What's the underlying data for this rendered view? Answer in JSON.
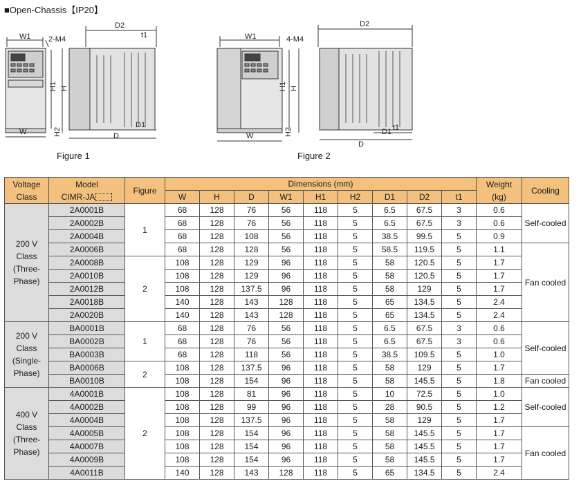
{
  "title": "■Open-Chassis【IP20】",
  "figures": {
    "fig1_caption": "Figure 1",
    "fig2_caption": "Figure 2",
    "labels": {
      "w1": "W1",
      "w": "W",
      "d2": "D2",
      "d1": "D1",
      "d": "D",
      "t1": "t1",
      "h": "H",
      "h1": "H1",
      "h2": "H2",
      "m4_2": "2-M4",
      "m4_4": "4-M4"
    }
  },
  "table": {
    "headers": {
      "voltage_class": [
        "Voltage",
        "Class"
      ],
      "model": [
        "Model",
        "CIMR-JA"
      ],
      "figure": "Figure",
      "dimensions": "Dimensions (mm)",
      "dims": [
        "W",
        "H",
        "D",
        "W1",
        "H1",
        "H2",
        "D1",
        "D2",
        "t1"
      ],
      "weight": [
        "Weight",
        "(kg)"
      ],
      "cooling": "Cooling"
    },
    "groups": [
      {
        "voltage": [
          "200 V",
          "Class",
          "(Three-",
          "Phase)"
        ],
        "figure_blocks": [
          {
            "figure": "1",
            "rows": 4
          },
          {
            "figure": "2",
            "rows": 5
          }
        ],
        "cooling_blocks": [
          {
            "label": "Self-cooled",
            "rows": 3
          },
          {
            "label": "Fan cooled",
            "rows": 6
          }
        ],
        "rows": [
          {
            "model": "2A0001B",
            "W": "68",
            "H": "128",
            "D": "76",
            "W1": "56",
            "H1": "118",
            "H2": "5",
            "D1": "6.5",
            "D2": "67.5",
            "t1": "3",
            "weight": "0.6"
          },
          {
            "model": "2A0002B",
            "W": "68",
            "H": "128",
            "D": "76",
            "W1": "56",
            "H1": "118",
            "H2": "5",
            "D1": "6.5",
            "D2": "67.5",
            "t1": "3",
            "weight": "0.6"
          },
          {
            "model": "2A0004B",
            "W": "68",
            "H": "128",
            "D": "108",
            "W1": "56",
            "H1": "118",
            "H2": "5",
            "D1": "38.5",
            "D2": "99.5",
            "t1": "5",
            "weight": "0.9"
          },
          {
            "model": "2A0006B",
            "W": "68",
            "H": "128",
            "D": "128",
            "W1": "56",
            "H1": "118",
            "H2": "5",
            "D1": "58.5",
            "D2": "119.5",
            "t1": "5",
            "weight": "1.1"
          },
          {
            "model": "2A0008B",
            "W": "108",
            "H": "128",
            "D": "129",
            "W1": "96",
            "H1": "118",
            "H2": "5",
            "D1": "58",
            "D2": "120.5",
            "t1": "5",
            "weight": "1.7"
          },
          {
            "model": "2A0010B",
            "W": "108",
            "H": "128",
            "D": "129",
            "W1": "96",
            "H1": "118",
            "H2": "5",
            "D1": "58",
            "D2": "120.5",
            "t1": "5",
            "weight": "1.7"
          },
          {
            "model": "2A0012B",
            "W": "108",
            "H": "128",
            "D": "137.5",
            "W1": "96",
            "H1": "118",
            "H2": "5",
            "D1": "58",
            "D2": "129",
            "t1": "5",
            "weight": "1.7"
          },
          {
            "model": "2A0018B",
            "W": "140",
            "H": "128",
            "D": "143",
            "W1": "128",
            "H1": "118",
            "H2": "5",
            "D1": "65",
            "D2": "134.5",
            "t1": "5",
            "weight": "2.4"
          },
          {
            "model": "2A0020B",
            "W": "140",
            "H": "128",
            "D": "143",
            "W1": "128",
            "H1": "118",
            "H2": "5",
            "D1": "65",
            "D2": "134.5",
            "t1": "5",
            "weight": "2.4"
          }
        ]
      },
      {
        "voltage": [
          "200 V",
          "Class",
          "(Single-",
          "Phase)"
        ],
        "figure_blocks": [
          {
            "figure": "1",
            "rows": 3
          },
          {
            "figure": "2",
            "rows": 2
          }
        ],
        "cooling_blocks": [
          {
            "label": "Self-cooled",
            "rows": 4
          },
          {
            "label": "Fan cooled",
            "rows": 1
          }
        ],
        "rows": [
          {
            "model": "BA0001B",
            "W": "68",
            "H": "128",
            "D": "76",
            "W1": "56",
            "H1": "118",
            "H2": "5",
            "D1": "6.5",
            "D2": "67.5",
            "t1": "3",
            "weight": "0.6"
          },
          {
            "model": "BA0002B",
            "W": "68",
            "H": "128",
            "D": "76",
            "W1": "56",
            "H1": "118",
            "H2": "5",
            "D1": "6.5",
            "D2": "67.5",
            "t1": "3",
            "weight": "0.6"
          },
          {
            "model": "BA0003B",
            "W": "68",
            "H": "128",
            "D": "118",
            "W1": "56",
            "H1": "118",
            "H2": "5",
            "D1": "38.5",
            "D2": "109.5",
            "t1": "5",
            "weight": "1.0"
          },
          {
            "model": "BA0006B",
            "W": "108",
            "H": "128",
            "D": "137.5",
            "W1": "96",
            "H1": "118",
            "H2": "5",
            "D1": "58",
            "D2": "129",
            "t1": "5",
            "weight": "1.7"
          },
          {
            "model": "BA0010B",
            "W": "108",
            "H": "128",
            "D": "154",
            "W1": "96",
            "H1": "118",
            "H2": "5",
            "D1": "58",
            "D2": "145.5",
            "t1": "5",
            "weight": "1.8"
          }
        ]
      },
      {
        "voltage": [
          "400 V",
          "Class",
          "(Three-",
          "Phase)"
        ],
        "figure_blocks": [
          {
            "figure": "2",
            "rows": 7
          }
        ],
        "cooling_blocks": [
          {
            "label": "Self-cooled",
            "rows": 3
          },
          {
            "label": "Fan cooled",
            "rows": 4
          }
        ],
        "rows": [
          {
            "model": "4A0001B",
            "W": "108",
            "H": "128",
            "D": "81",
            "W1": "96",
            "H1": "118",
            "H2": "5",
            "D1": "10",
            "D2": "72.5",
            "t1": "5",
            "weight": "1.0"
          },
          {
            "model": "4A0002B",
            "W": "108",
            "H": "128",
            "D": "99",
            "W1": "96",
            "H1": "118",
            "H2": "5",
            "D1": "28",
            "D2": "90.5",
            "t1": "5",
            "weight": "1.2"
          },
          {
            "model": "4A0004B",
            "W": "108",
            "H": "128",
            "D": "137.5",
            "W1": "96",
            "H1": "118",
            "H2": "5",
            "D1": "58",
            "D2": "129",
            "t1": "5",
            "weight": "1.7"
          },
          {
            "model": "4A0005B",
            "W": "108",
            "H": "128",
            "D": "154",
            "W1": "96",
            "H1": "118",
            "H2": "5",
            "D1": "58",
            "D2": "145.5",
            "t1": "5",
            "weight": "1.7"
          },
          {
            "model": "4A0007B",
            "W": "108",
            "H": "128",
            "D": "154",
            "W1": "96",
            "H1": "118",
            "H2": "5",
            "D1": "58",
            "D2": "145.5",
            "t1": "5",
            "weight": "1.7"
          },
          {
            "model": "4A0009B",
            "W": "108",
            "H": "128",
            "D": "154",
            "W1": "96",
            "H1": "118",
            "H2": "5",
            "D1": "58",
            "D2": "145.5",
            "t1": "5",
            "weight": "1.7"
          },
          {
            "model": "4A0011B",
            "W": "140",
            "H": "128",
            "D": "143",
            "W1": "128",
            "H1": "118",
            "H2": "5",
            "D1": "65",
            "D2": "134.5",
            "t1": "5",
            "weight": "2.4"
          }
        ]
      }
    ]
  }
}
